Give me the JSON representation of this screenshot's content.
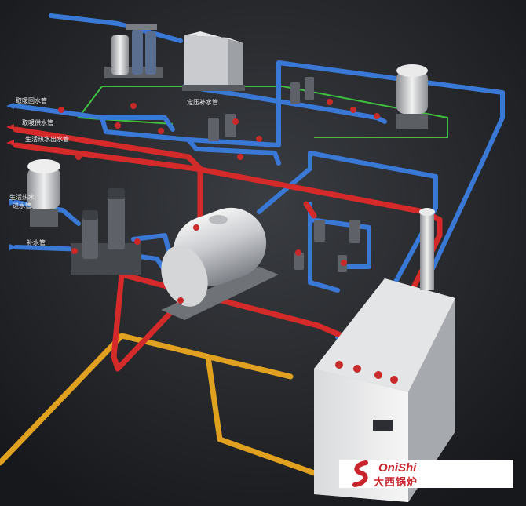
{
  "labels": {
    "heating_return": "取暖回水管",
    "heating_supply": "取暖供水管",
    "dhw_outlet": "生活热水出水管",
    "dhw_inlet_line1": "生活热水",
    "dhw_inlet_line2": "进水管",
    "makeup_water": "补水管",
    "pressure_makeup": "定压补水管"
  },
  "brand": {
    "name_en": "OniShi",
    "name_cn": "大西锅炉"
  },
  "colors": {
    "background": "#202226",
    "hot_pipe": "#d42a2a",
    "cold_pipe": "#3a78d6",
    "gas_pipe": "#e0a020",
    "makeup_pipe": "#3fbf3f",
    "brand_red": "#c8242b"
  }
}
